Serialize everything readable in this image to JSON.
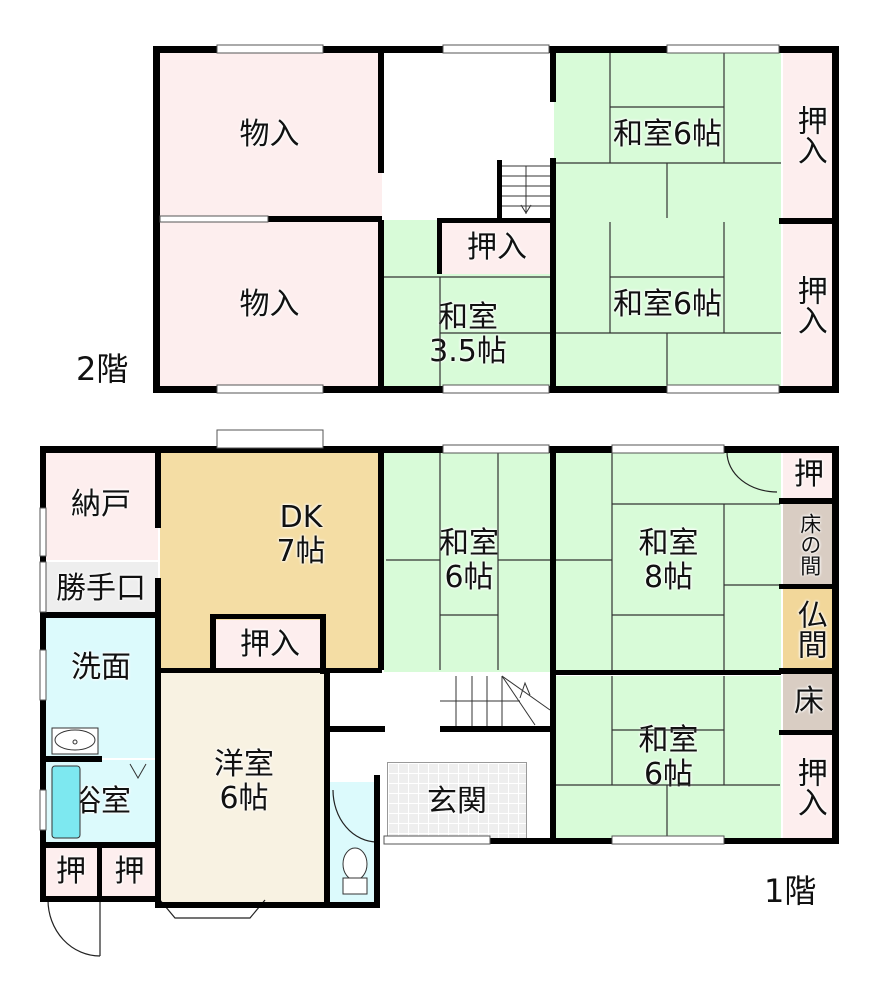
{
  "colors": {
    "storage_pink": "#fdeeee",
    "tatami_green": "#d8fbd8",
    "dk_tan": "#f4dda4",
    "western_cream": "#f8f2e2",
    "wet_blue": "#dcfafc",
    "tokonoma_gray": "#d9cdc3",
    "butsuma_gold": "#f2d79a",
    "genkan_gray": "#eeeeee",
    "bath_cyan": "#7de8f0",
    "wall": "#000000"
  },
  "floor2": {
    "label": "2階",
    "rooms": [
      {
        "id": "storage-a",
        "label": "物入"
      },
      {
        "id": "storage-b",
        "label": "物入"
      },
      {
        "id": "closet-mid",
        "label": "押入"
      },
      {
        "id": "washitsu-35",
        "label": "和室",
        "size": "3.5帖"
      },
      {
        "id": "washitsu-6a",
        "label": "和室6帖"
      },
      {
        "id": "washitsu-6b",
        "label": "和室6帖"
      },
      {
        "id": "closet-right-a",
        "label": "押入"
      },
      {
        "id": "closet-right-b",
        "label": "押入"
      }
    ]
  },
  "floor1": {
    "label": "1階",
    "rooms": [
      {
        "id": "nando",
        "label": "納戸"
      },
      {
        "id": "katteguchi",
        "label": "勝手口"
      },
      {
        "id": "dk",
        "label": "DK",
        "size": "7帖"
      },
      {
        "id": "closet-dk",
        "label": "押入"
      },
      {
        "id": "senmen",
        "label": "洗面"
      },
      {
        "id": "yokushitsu",
        "label": "浴室"
      },
      {
        "id": "yoshitsu",
        "label": "洋室",
        "size": "6帖"
      },
      {
        "id": "oshi-a",
        "label": "押"
      },
      {
        "id": "oshi-b",
        "label": "押"
      },
      {
        "id": "washitsu-6c",
        "label": "和室",
        "size": "6帖"
      },
      {
        "id": "washitsu-8",
        "label": "和室",
        "size": "8帖"
      },
      {
        "id": "washitsu-6d",
        "label": "和室",
        "size": "6帖"
      },
      {
        "id": "genkan",
        "label": "玄関"
      },
      {
        "id": "oshi-right",
        "label": "押"
      },
      {
        "id": "tokonoma",
        "label": "床の間"
      },
      {
        "id": "butsuma",
        "label": "仏間"
      },
      {
        "id": "toko",
        "label": "床"
      },
      {
        "id": "closet-right-c",
        "label": "押入"
      }
    ]
  }
}
